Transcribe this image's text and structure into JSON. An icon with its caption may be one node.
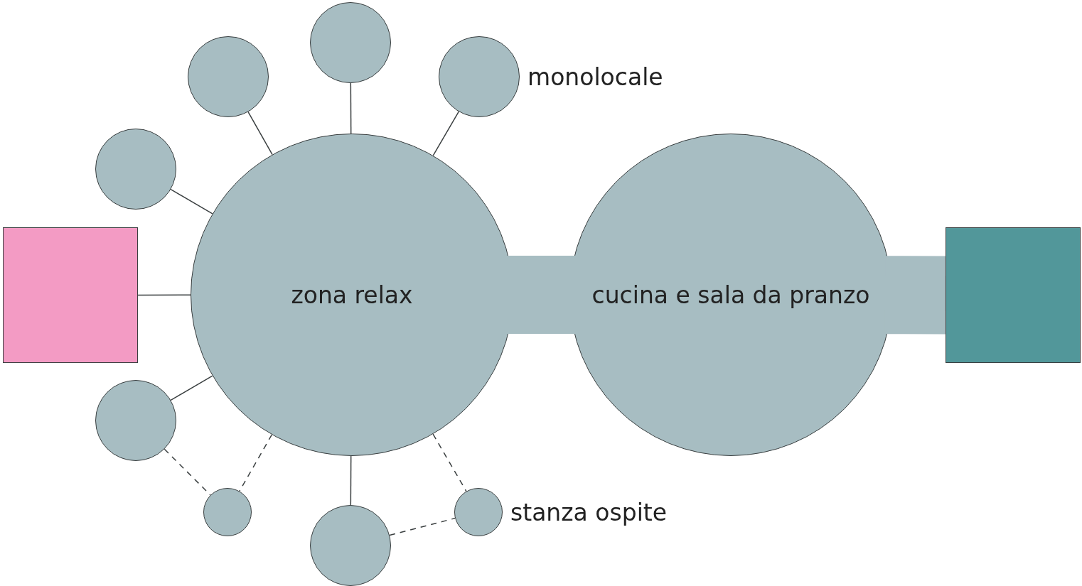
{
  "diagram": {
    "nodes": [
      {
        "text": [],
        "shape": "circle"
      },
      {
        "text": [],
        "shape": "circle"
      },
      {
        "text": [],
        "shape": "circle",
        "beside": [
          "monolocale"
        ]
      },
      {
        "text": [],
        "shape": "circle"
      },
      {
        "text": [],
        "shape": "box"
      },
      {
        "text": [
          "zona relax"
        ]
      },
      {
        "text": [
          "cucina e sala da pranzo"
        ]
      },
      {
        "text": [],
        "shape": "box"
      },
      {
        "text": [],
        "shape": "circle"
      },
      {
        "text": [],
        "shape": "circle"
      },
      {
        "text": [],
        "shape": "circle"
      },
      {
        "text": [],
        "shape": "circle",
        "beside": [
          "stanza ospite"
        ]
      }
    ],
    "edges": [
      {
        "from": 4,
        "to": 5,
        "arrow": "none"
      },
      {
        "from": 5,
        "to": 6,
        "arrow": "none",
        "style": "thick",
        "color": "#a7bdc2"
      },
      {
        "from": 6,
        "to": 7,
        "arrow": "none",
        "style": "thick",
        "color": "#a7bdc2"
      },
      {
        "from": 5,
        "to": 1,
        "arrow": "none"
      },
      {
        "from": 5,
        "to": 0,
        "arrow": "none"
      },
      {
        "from": 5,
        "to": 2,
        "arrow": "none"
      },
      {
        "from": 5,
        "to": 3,
        "arrow": "none"
      },
      {
        "from": 5,
        "to": 8,
        "arrow": "none"
      },
      {
        "from": 5,
        "to": 9,
        "arrow": "none",
        "style": "dashed"
      },
      {
        "from": 8,
        "to": 9,
        "arrow": "none",
        "style": "dashed"
      },
      {
        "from": 5,
        "to": 10,
        "arrow": "none"
      },
      {
        "from": 5,
        "to": 11,
        "arrow": "none",
        "style": "dashed"
      },
      {
        "from": 10,
        "to": 11,
        "arrow": "none",
        "style": "dashed"
      }
    ]
  }
}
